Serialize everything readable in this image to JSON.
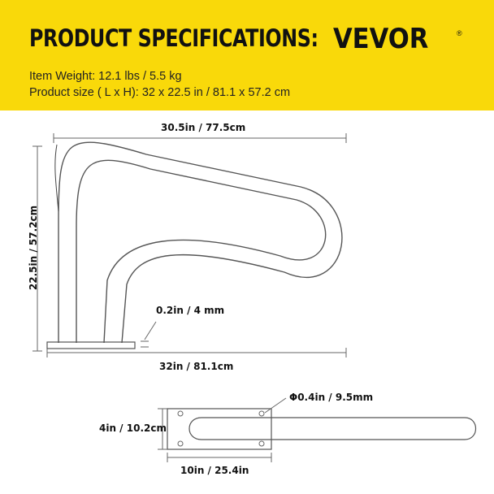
{
  "header": {
    "title": "PRODUCT SPECIFICATIONS:",
    "brand": "VEVOR",
    "brand_mark": "®",
    "background_color": "#f9d90a"
  },
  "specs": {
    "weight": "Item Weight: 12.1 lbs / 5.5 kg",
    "size": "Product size ( L x H): 32 x 22.5 in / 81.1 x 57.2 cm"
  },
  "side_view": {
    "top_width": "30.5in / 77.5cm",
    "height": "22.5in / 57.2cm",
    "thickness": "0.2in / 4 mm",
    "base_length": "32in / 81.1cm"
  },
  "top_view": {
    "hole_diameter": "Φ0.4in / 9.5mm",
    "plate_height": "4in / 10.2cm",
    "plate_width": "10in / 25.4in"
  }
}
